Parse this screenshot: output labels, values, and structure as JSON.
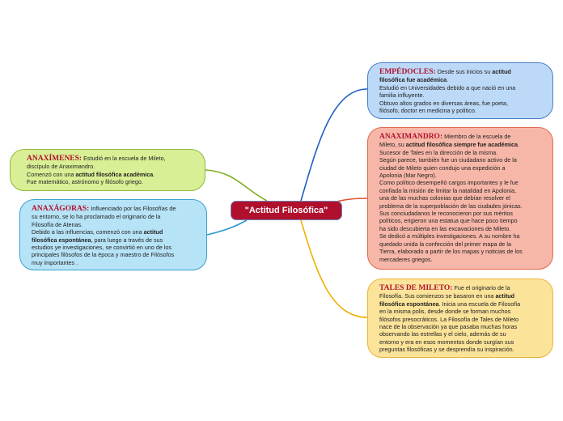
{
  "center": {
    "title": "\"Actitud Filosófica\""
  },
  "nodes": {
    "empedocles": {
      "name": "EMPÉDOCLES:",
      "color": "#bcd9f7",
      "lines": [
        [
          {
            "t": "Desde sus inicios su "
          },
          {
            "t": "actitud",
            "b": true
          }
        ],
        [
          {
            "t": "filosófica fue académica",
            "b": true
          },
          {
            "t": "."
          }
        ],
        [
          {
            "t": "Estudió en Universidades debido a que nació en una"
          }
        ],
        [
          {
            "t": "familia influyente."
          }
        ],
        [
          {
            "t": "Obtuvo altos grados en diversas áreas, fue poeta,"
          }
        ],
        [
          {
            "t": "filósofo, doctor en medicina y político."
          }
        ]
      ]
    },
    "anaximandro": {
      "name": "ANAXIMANDRO:",
      "color": "#f7b7a8",
      "lines": [
        [
          {
            "t": "Miembro de la escuela de"
          }
        ],
        [
          {
            "t": "Mileto, su "
          },
          {
            "t": "actitud filosófica siempre fue académica",
            "b": true
          },
          {
            "t": "."
          }
        ],
        [
          {
            "t": "Sucesor de Tales en la dirección de la misma."
          }
        ],
        [
          {
            "t": "Según parece, también fue un ciudadano activo de la"
          }
        ],
        [
          {
            "t": "ciudad de Mileto quien condujo una expedición a"
          }
        ],
        [
          {
            "t": "Apolonia (Mar Negro)."
          }
        ],
        [
          {
            "t": "Como político desempeñó cargos importantes y le fue"
          }
        ],
        [
          {
            "t": "confiada la misión de limitar la natalidad en Apolonia,"
          }
        ],
        [
          {
            "t": "una de las muchas colonias que debían resolver el"
          }
        ],
        [
          {
            "t": "problema de la superpoblación de las ciudades jónicas."
          }
        ],
        [
          {
            "t": "Sus conciudadanos le reconocieron por sus méritos"
          }
        ],
        [
          {
            "t": "políticos, erigieron una estatua que hace poco tiempo"
          }
        ],
        [
          {
            "t": "ha sido descubierta en las excavaciones de Mileto."
          }
        ],
        [
          {
            "t": "Se dedicó a múltiples investigaciones. A su nombre ha"
          }
        ],
        [
          {
            "t": "quedado unida la confección del primer mapa de la"
          }
        ],
        [
          {
            "t": "Tierra, elaborado a partir de los mapas y noticias de los"
          }
        ],
        [
          {
            "t": "mercaderes griegos."
          }
        ]
      ]
    },
    "tales": {
      "name": "TALES DE MILETO:",
      "color": "#fbe39a",
      "lines": [
        [
          {
            "t": "Fue el originario de la"
          }
        ],
        [
          {
            "t": "Filosofía. Sus comienzos se basaron en una "
          },
          {
            "t": "actitud",
            "b": true
          }
        ],
        [
          {
            "t": "filosófica espontánea",
            "b": true
          },
          {
            "t": ". Inicia una escuela de Filosofía"
          }
        ],
        [
          {
            "t": "en la misma polis, desde donde se forman muchos"
          }
        ],
        [
          {
            "t": "filósofos presocráticos. La Filosofía de Tales de Mileto"
          }
        ],
        [
          {
            "t": "nace de la observación ya que pasaba muchas horas"
          }
        ],
        [
          {
            "t": "observando las estrellas y el cielo, además de su"
          }
        ],
        [
          {
            "t": "entorno y era en esos momentos donde surgían sus"
          }
        ],
        [
          {
            "t": "preguntas filosóficas y se desprendía su inspiración."
          }
        ]
      ]
    },
    "anaximenes": {
      "name": "ANAXÍMENES:",
      "color": "#d9ef95",
      "lines": [
        [
          {
            "t": "Estudió en la escuela de Mileto,"
          }
        ],
        [
          {
            "t": "discípulo de Anaximandro."
          }
        ],
        [
          {
            "t": "Comenzó con una "
          },
          {
            "t": "actitud filosófica académica",
            "b": true
          },
          {
            "t": "."
          }
        ],
        [
          {
            "t": "Fue matemático, astrónomo y filósofo griego."
          }
        ]
      ]
    },
    "anaxagoras": {
      "name": "ANAXÁGORAS:",
      "color": "#b7e3f7",
      "lines": [
        [
          {
            "t": "Influenciado por las Filosofías de"
          }
        ],
        [
          {
            "t": "su entorno, se lo ha proclamado el originario de la"
          }
        ],
        [
          {
            "t": "Filosofía de Atenas."
          }
        ],
        [
          {
            "t": "Debido a las influencias, comenzó con una "
          },
          {
            "t": "actitud",
            "b": true
          }
        ],
        [
          {
            "t": "filosófica espontánea",
            "b": true
          },
          {
            "t": ", para luego a través de sus"
          }
        ],
        [
          {
            "t": "estudios ye investigaciones, se convirtió en uno de los"
          }
        ],
        [
          {
            "t": "principales filósofos de la época y maestro de Filósofos"
          }
        ],
        [
          {
            "t": "muy importantes ."
          }
        ]
      ]
    }
  },
  "links": {
    "empedocles": "#1f5fbf",
    "anaximandro": "#e0502f",
    "tales": "#f0b000",
    "anaximenes": "#7fae1e",
    "anaxagoras": "#2a96cc"
  }
}
